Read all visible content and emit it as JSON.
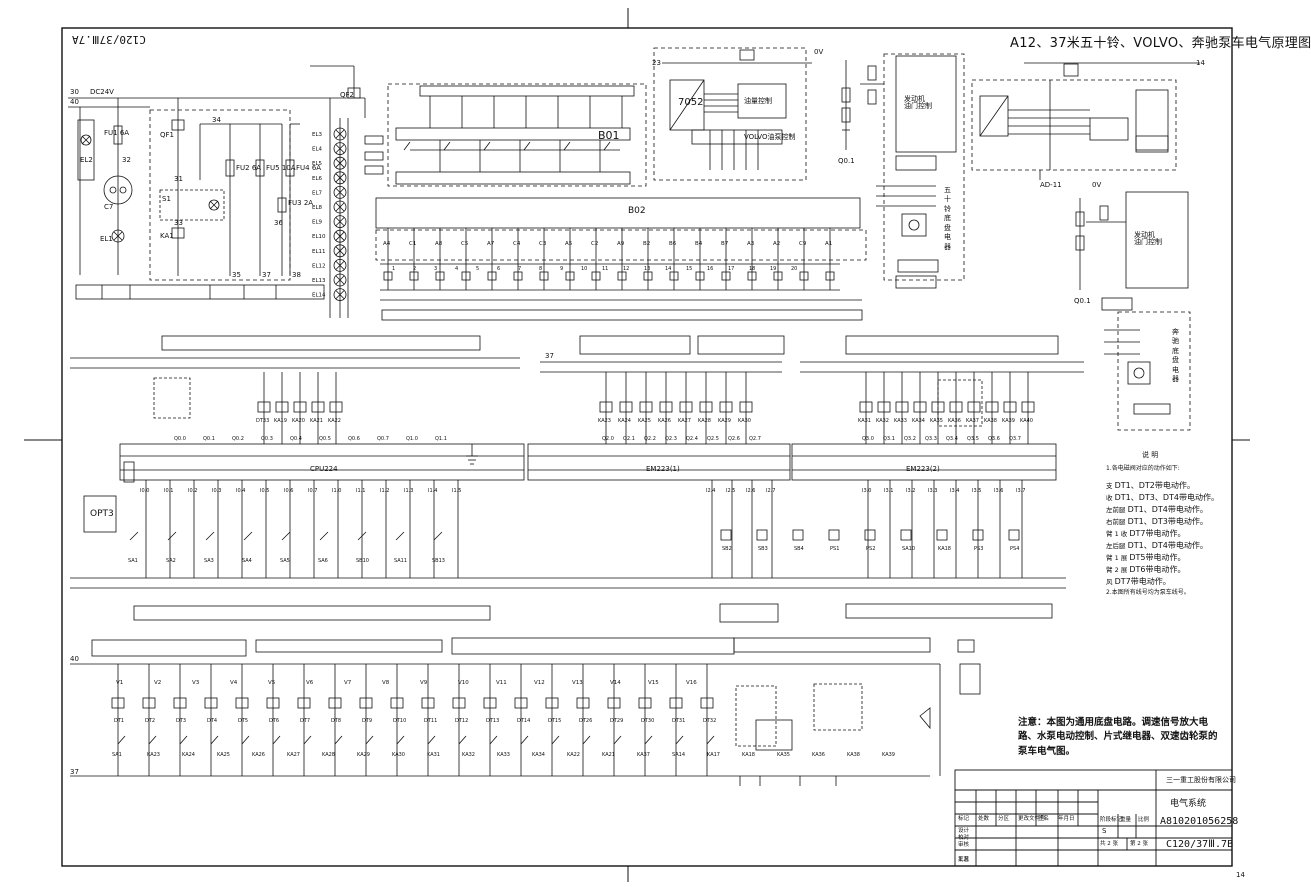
{
  "drawing": {
    "title": "A12、37米五十铃、VOLVO、奔驰泵车电气原理图",
    "corner_code_mirrored": "C120/37Ⅲ.7A",
    "sheet_number": "14"
  },
  "modules": {
    "cpu": "CPU224",
    "em_a": "EM223(1)",
    "em_b": "EM223(2)",
    "b01": "B01",
    "b02": "B02",
    "opt3": "OPT3",
    "volvo_box": "VOLVO油泵控制",
    "engine_ctrl": "发动机\n油门控制",
    "remote_ctrl": "五\n十\n铃\n底\n盘\n电\n器",
    "remote_ctrl_b": "奔\n驰\n底\n盘\n电\n器",
    "ecu_7052": "7052",
    "ecu_label": "油量控制"
  },
  "power": {
    "dc": "DC24V",
    "v0": "0V",
    "net_30": "30",
    "net_40": "40",
    "net_37": "37",
    "net_23": "23",
    "net_14": "14",
    "ad": "AD-11",
    "q001": "Q0.1",
    "q001b": "Q0.1"
  },
  "left_block": {
    "fu1": "FU1\n6A",
    "fu2": "FU2\n6A",
    "fu3": "FU3\n2A",
    "fu4": "FU4\n6A",
    "fu5": "FU5\n10A",
    "el1": "EL1",
    "el2": "EL2",
    "ka1": "KA1",
    "s1": "S1",
    "qf1": "QF1",
    "qf2": "QF2",
    "c7": "C7",
    "n32": "32",
    "n31": "31",
    "n33": "33",
    "n34": "34",
    "n35": "35",
    "n36": "36",
    "n37": "37",
    "n38": "38"
  },
  "lamps": [
    "EL3",
    "EL4",
    "EL5",
    "EL6",
    "EL7",
    "EL8",
    "EL9",
    "EL10",
    "EL11",
    "EL12",
    "EL13",
    "EL14"
  ],
  "b02_terminals": [
    "A4",
    "C1",
    "A8",
    "C5",
    "A7",
    "C4",
    "C3",
    "A5",
    "C2",
    "A9",
    "B2",
    "B6",
    "B4",
    "B7",
    "A3",
    "A2",
    "C9",
    "A1"
  ],
  "b02_wires": [
    "1",
    "2",
    "3",
    "4",
    "5",
    "6",
    "7",
    "8",
    "9",
    "10",
    "11",
    "12",
    "13",
    "14",
    "15",
    "16",
    "17",
    "18",
    "19",
    "20"
  ],
  "relays_row1": [
    "DT33",
    "KA19",
    "KA20",
    "KA21",
    "KA22"
  ],
  "relays_em_a": [
    "KA23",
    "KA24",
    "KA25",
    "KA26",
    "KA27",
    "KA28",
    "KA29",
    "KA30"
  ],
  "relays_em_b": [
    "KA31",
    "KA32",
    "KA33",
    "KA34",
    "KA35",
    "KA36",
    "KA37",
    "KA38",
    "KA39",
    "KA40"
  ],
  "cpu_outputs": [
    "Q0.0",
    "Q0.1",
    "Q0.2",
    "Q0.3",
    "Q0.4",
    "Q0.5",
    "Q0.6",
    "Q0.7",
    "Q1.0",
    "Q1.1"
  ],
  "em_a_outputs": [
    "Q2.0",
    "Q2.1",
    "Q2.2",
    "Q2.3",
    "Q2.4",
    "Q2.5",
    "Q2.6",
    "Q2.7"
  ],
  "em_b_outputs": [
    "Q3.0",
    "Q3.1",
    "Q3.2",
    "Q3.3",
    "Q3.4",
    "Q3.5",
    "Q3.6",
    "Q3.7"
  ],
  "cpu_inputs": [
    "I0.0",
    "I0.1",
    "I0.2",
    "I0.3",
    "I0.4",
    "I0.5",
    "I0.6",
    "I0.7",
    "I1.0",
    "I1.1",
    "I1.2",
    "I1.3",
    "I1.4",
    "I1.5"
  ],
  "em_a_inputs": [
    "I2.4",
    "I2.5",
    "I2.6",
    "I2.7"
  ],
  "em_b_inputs": [
    "I3.0",
    "I3.1",
    "I3.2",
    "I3.3",
    "I3.4",
    "I3.5",
    "I3.6",
    "I3.7"
  ],
  "switches_cpu": [
    "SA1",
    "SA2",
    "SA3",
    "SA4",
    "SA5",
    "SA6",
    "SB10",
    "SA11",
    "SB13"
  ],
  "switches_em": [
    "SB2",
    "SB3",
    "SB4",
    "PS1",
    "PS2",
    "SA10",
    "KA18",
    "PS3",
    "PS4"
  ],
  "valves": [
    "V1",
    "V2",
    "V3",
    "V4",
    "V5",
    "V6",
    "V7",
    "V8",
    "V9",
    "V10",
    "V11",
    "V12",
    "V13",
    "V14",
    "V15",
    "V16"
  ],
  "bottom_coils": [
    "DT1",
    "DT2",
    "DT3",
    "DT4",
    "DT5",
    "DT6",
    "DT7",
    "DT8",
    "DT9",
    "DT10",
    "DT11",
    "DT12",
    "DT13",
    "DT14",
    "DT15",
    "DT26",
    "DT29",
    "DT30",
    "DT31",
    "DT32"
  ],
  "bottom_contacts": [
    "SA1",
    "KA23",
    "KA24",
    "KA25",
    "KA26",
    "KA27",
    "KA28",
    "KA29",
    "KA30",
    "KA31",
    "KA32",
    "KA33",
    "KA34",
    "KA22",
    "KA21",
    "KA37",
    "SA14",
    "KA17",
    "KA18",
    "KA35",
    "KA36",
    "KA38",
    "KA39"
  ],
  "legend": {
    "title": "说  明",
    "item1": "1.各电磁阀对应的动作如下:",
    "rows": [
      [
        "支  ",
        "DT1、DT2带电动作。"
      ],
      [
        "收  ",
        "DT1、DT3、DT4带电动作。"
      ],
      [
        "左前腿",
        "DT1、DT4带电动作。"
      ],
      [
        "右前腿",
        "DT1、DT3带电动作。"
      ],
      [
        "臂 1 收",
        "DT7带电动作。"
      ],
      [
        "左后腿",
        "DT1、DT4带电动作。"
      ],
      [
        "臂 1 展",
        "DT5带电动作。"
      ],
      [
        "臂 2 展",
        "DT6带电动作。"
      ],
      [
        "风    ",
        "DT7带电动作。"
      ]
    ],
    "item2": "2.本图所有线号均为泵车线号。"
  },
  "note": "注意：本图为通用底盘电路。调速信号放大电路、水泵电动控制、片式继电器、双速齿轮泵的泵车电气图。",
  "title_block": {
    "company": "三一重工股份有限公司",
    "system": "电气系统",
    "drawing_no": "A810201056258",
    "code": "C120/37Ⅲ.7B",
    "letter": "S",
    "sheet_total": "共  2  张",
    "sheet_idx": "第  2  张",
    "scale_label": "比例",
    "weight_label": "重量",
    "mark_label": "阶段标记",
    "rows": [
      "标记",
      "处数",
      "分区",
      "更改文件号",
      "签名",
      "年月日",
      "设计",
      "校对",
      "审核",
      "工艺",
      "批准"
    ]
  },
  "colors": {
    "ink": "#111111",
    "paper": "#ffffff"
  }
}
